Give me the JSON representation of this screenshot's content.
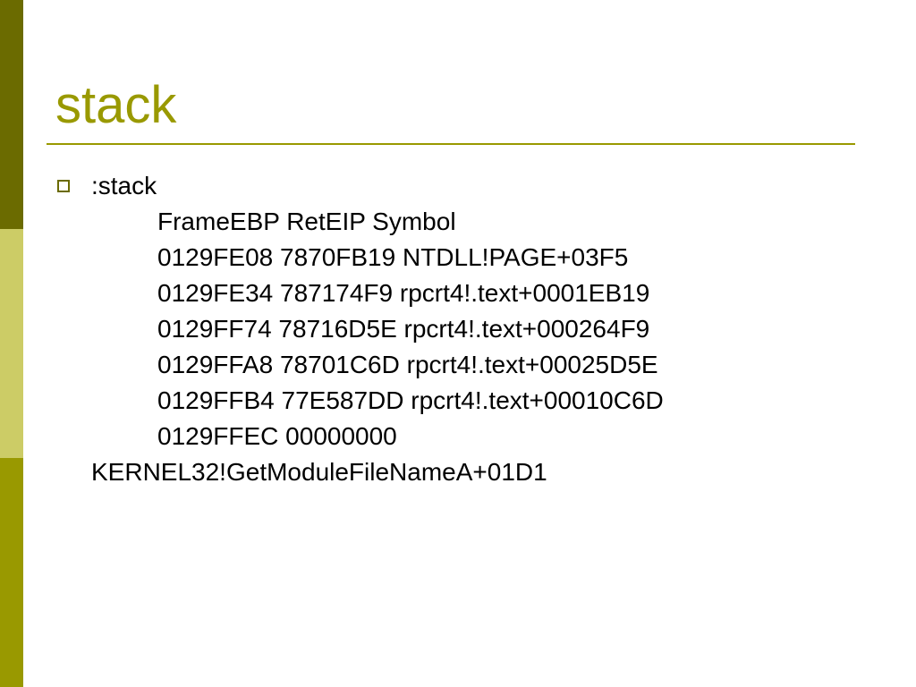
{
  "slide": {
    "title": "stack",
    "bullet": {
      "heading": ":stack",
      "lines": [
        "FrameEBP RetEIP Symbol",
        "0129FE08 7870FB19 NTDLL!PAGE+03F5",
        "0129FE34 787174F9 rpcrt4!.text+0001EB19",
        "0129FF74 78716D5E rpcrt4!.text+000264F9",
        "0129FFA8 78701C6D rpcrt4!.text+00025D5E",
        "0129FFB4 77E587DD rpcrt4!.text+00010C6D",
        "0129FFEC 00000000"
      ],
      "wrap_line": "KERNEL32!GetModuleFileNameA+01D1"
    }
  },
  "colors": {
    "accent": "#999900",
    "band_dark": "#6b6b00",
    "band_light": "#cccc66",
    "text": "#000000"
  }
}
